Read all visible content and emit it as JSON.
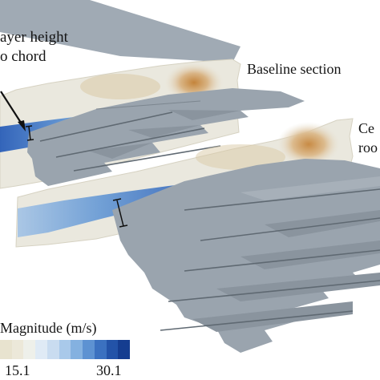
{
  "annotations": {
    "boundary_layer_line1": "ayer height",
    "boundary_layer_line2": "o chord",
    "baseline_section": "Baseline section",
    "second_section_line1": "Ce",
    "second_section_line2": "roo"
  },
  "legend": {
    "title": "Magnitude (m/s)",
    "tick_mid": "15.1",
    "tick_max": "30.1",
    "colors": [
      "#e8e3cf",
      "#ece8d9",
      "#eef0ea",
      "#dfeaf5",
      "#c9dcf0",
      "#a9c9ea",
      "#84b1e0",
      "#5d92d2",
      "#3b71c0",
      "#2353a8",
      "#153d90"
    ]
  },
  "colors": {
    "surface": "#9aa4ae",
    "surface_dark": "#8a949e",
    "slice_bg": "#eae8de",
    "wake_blue": "#2f6fc4",
    "hot_spot": "#c98f4a"
  }
}
